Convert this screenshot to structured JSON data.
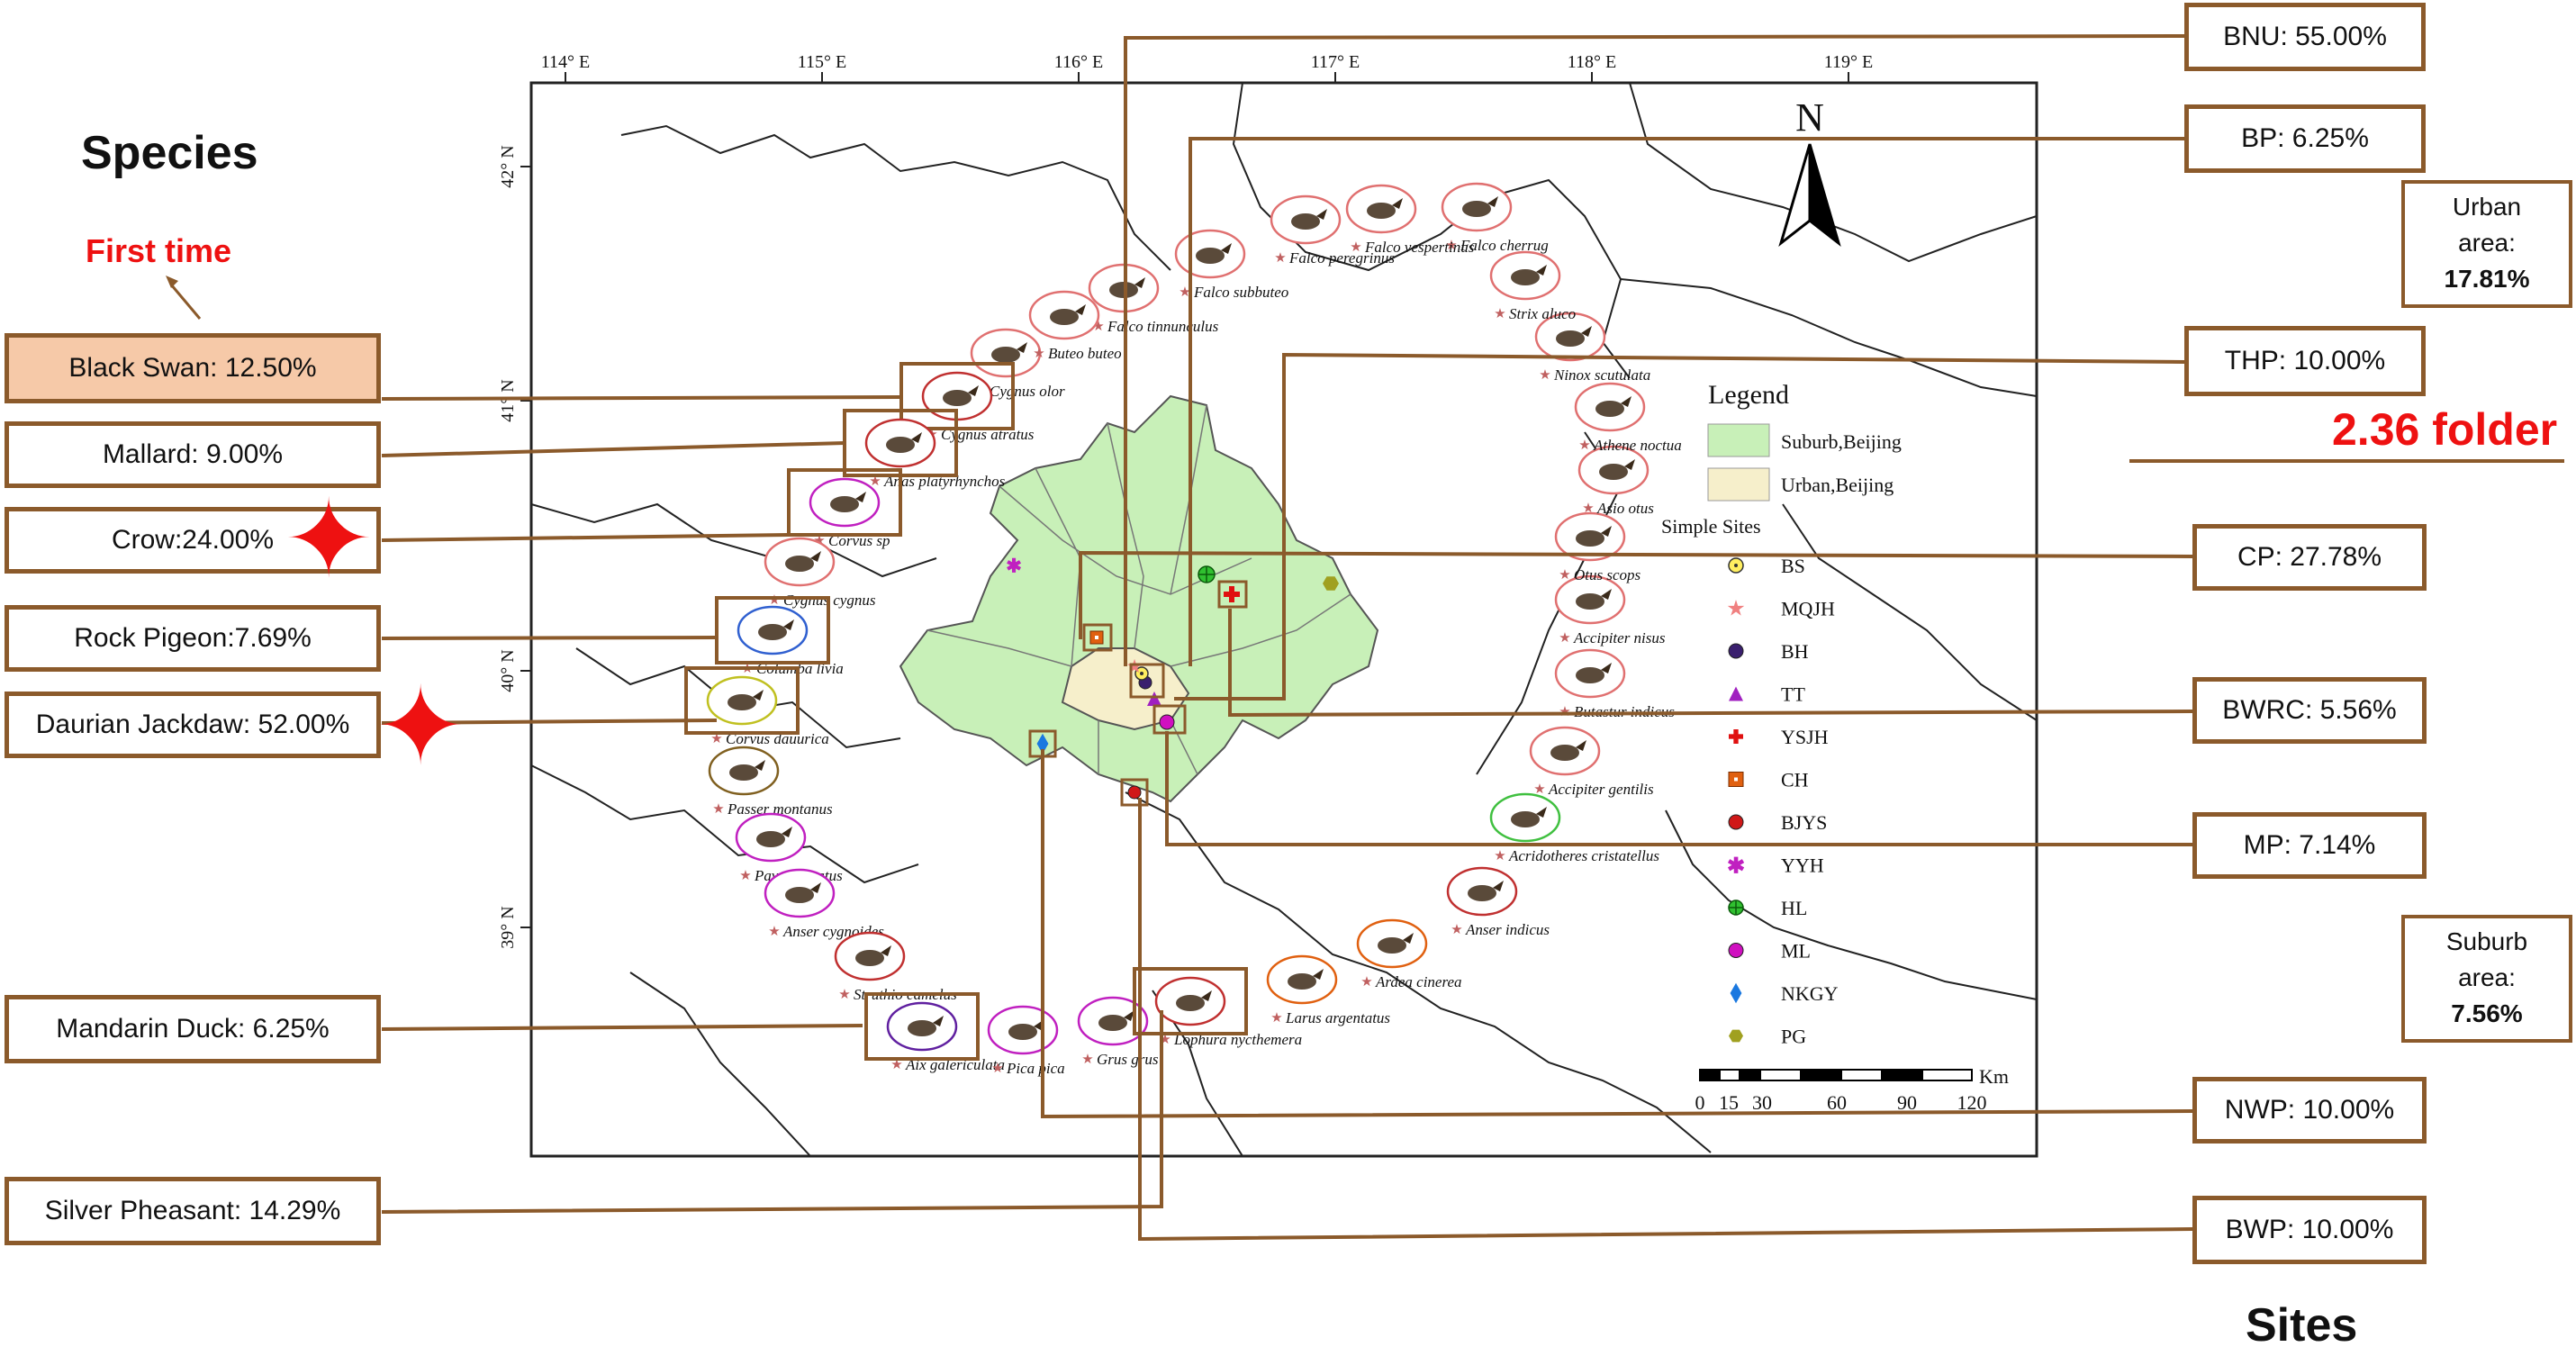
{
  "headings": {
    "species": "Species",
    "first_time": "First time",
    "sites": "Sites",
    "folder": "2.36 folder"
  },
  "species_labels": [
    {
      "text": "Black Swan: 12.50%",
      "highlight": true
    },
    {
      "text": "Mallard: 9.00%"
    },
    {
      "text": "Crow:24.00%"
    },
    {
      "text": "Rock Pigeon:7.69%"
    },
    {
      "text": "Daurian Jackdaw: 52.00%"
    },
    {
      "text": "Mandarin Duck: 6.25%"
    },
    {
      "text": "Silver Pheasant: 14.29%"
    }
  ],
  "site_labels": [
    {
      "text": "BNU: 55.00%"
    },
    {
      "text": "BP: 6.25%"
    },
    {
      "text": "THP: 10.00%"
    },
    {
      "text": "CP: 27.78%"
    },
    {
      "text": "BWRC: 5.56%"
    },
    {
      "text": "MP: 7.14%"
    },
    {
      "text": "NWP: 10.00%"
    },
    {
      "text": "BWP: 10.00%"
    }
  ],
  "urban_area": {
    "line1": "Urban",
    "line2": "area:",
    "value": "17.81%"
  },
  "suburb_area": {
    "line1": "Suburb",
    "line2": "area:",
    "value": "7.56%"
  },
  "map": {
    "lon_ticks": [
      "114° E",
      "115° E",
      "116° E",
      "117° E",
      "118° E",
      "119° E"
    ],
    "lat_ticks": [
      "42° N",
      "41° N",
      "40° N",
      "39° N"
    ],
    "north": "N",
    "scale_unit": "Km",
    "scale_ticks": [
      "0",
      "15",
      "30",
      "60",
      "90",
      "120"
    ]
  },
  "legend": {
    "title": "Legend",
    "suburb": "Suburb,Beijing",
    "urban": "Urban,Beijing",
    "sites_title": "Simple Sites",
    "sites": [
      {
        "code": "BS",
        "symbol": "dot-ring",
        "color": "#d4c21a"
      },
      {
        "code": "MQJH",
        "symbol": "star",
        "color": "#f08080"
      },
      {
        "code": "BH",
        "symbol": "circle",
        "color": "#3a1f6e"
      },
      {
        "code": "TT",
        "symbol": "triangle",
        "color": "#a020c0"
      },
      {
        "code": "YSJH",
        "symbol": "cross",
        "color": "#e01010"
      },
      {
        "code": "CH",
        "symbol": "square",
        "color": "#e06010"
      },
      {
        "code": "BJYS",
        "symbol": "circle",
        "color": "#d01818"
      },
      {
        "code": "YYH",
        "symbol": "asterisk",
        "color": "#c020c0"
      },
      {
        "code": "HL",
        "symbol": "crosshair",
        "color": "#109010"
      },
      {
        "code": "ML",
        "symbol": "circle",
        "color": "#d010c0"
      },
      {
        "code": "NKGY",
        "symbol": "diamond",
        "color": "#1a78e0"
      },
      {
        "code": "PG",
        "symbol": "hexagon",
        "color": "#a0a020"
      }
    ]
  },
  "birds": [
    "Cygnus olor",
    "Cygnus atratus",
    "Anas platyrhynchos",
    "Corvus sp",
    "Cygnus cygnus",
    "Columba livia",
    "Corvus dauurica",
    "Passer montanus",
    "Pavo cristatus",
    "Anser cygnoides",
    "Struthio camelus",
    "Aix galericulata",
    "Pica pica",
    "Grus grus",
    "Lophura nycthemera",
    "Larus argentatus",
    "Ardea cinerea",
    "Anser indicus",
    "Acridotheres cristatellus",
    "Accipiter gentilis",
    "Butastur indicus",
    "Accipiter nisus",
    "Otus scops",
    "Asio otus",
    "Athene noctua",
    "Ninox scutulata",
    "Strix aluco",
    "Falco cherrug",
    "Falco vespertinus",
    "Falco peregrinus",
    "Falco subbuteo",
    "Falco tinnunculus",
    "Buteo buteo"
  ]
}
